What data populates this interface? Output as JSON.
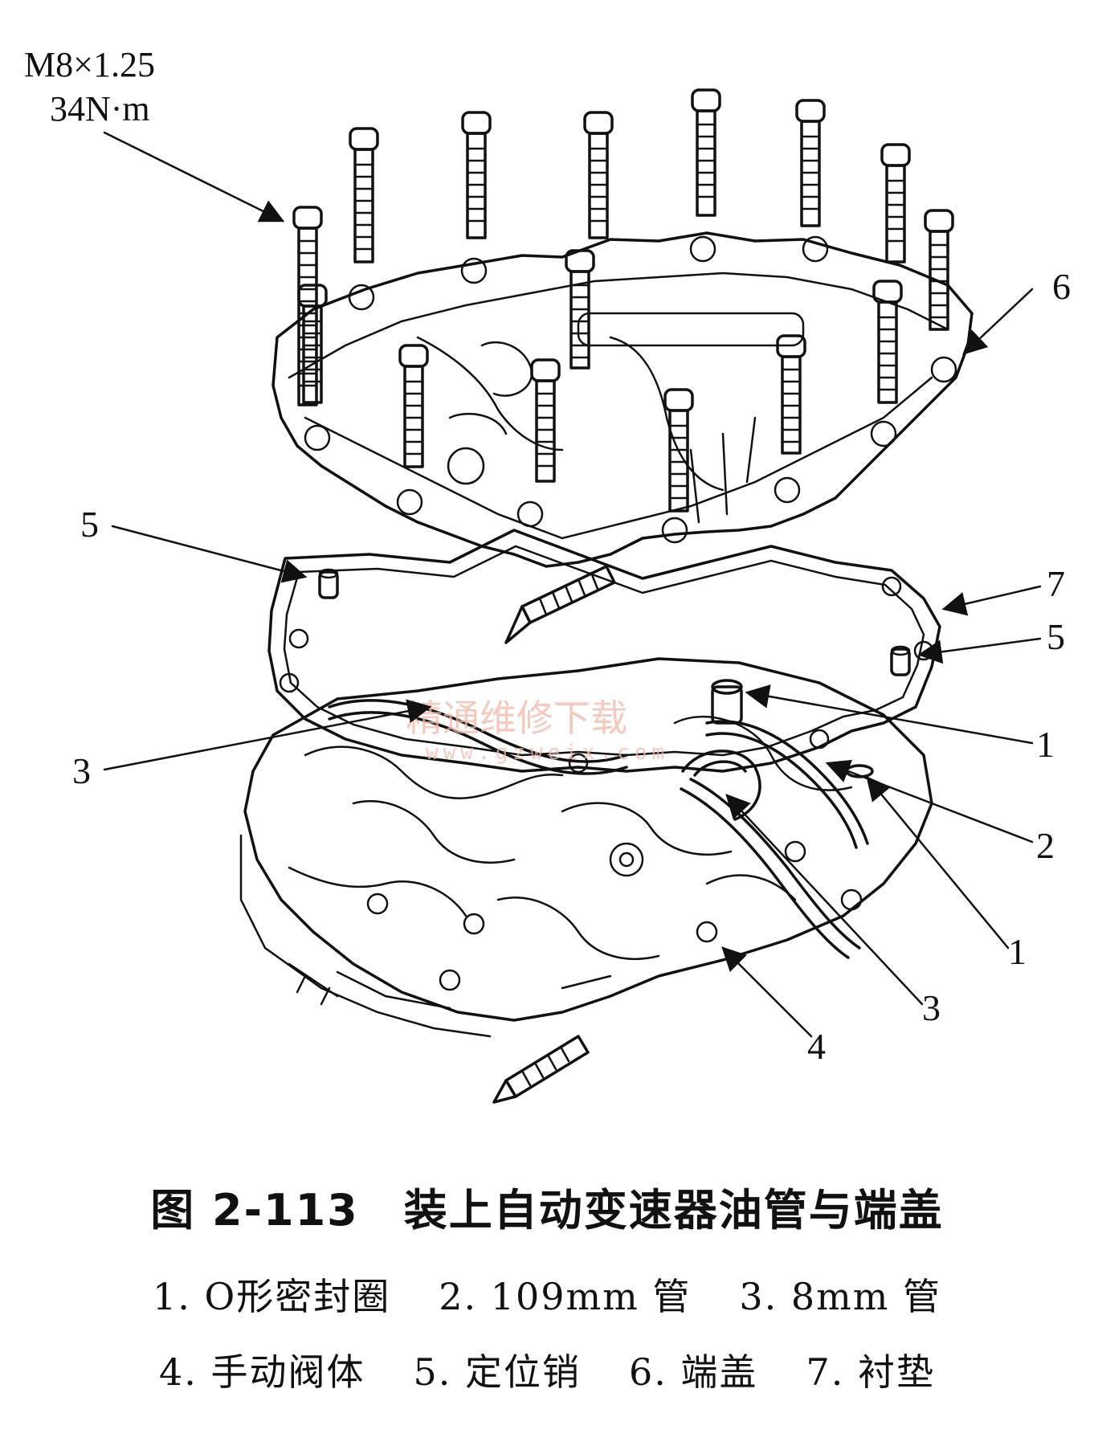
{
  "spec": {
    "thread": "M8×1.25",
    "torque": "34N·m"
  },
  "callouts": [
    "6",
    "5",
    "7",
    "5",
    "1",
    "3",
    "2",
    "1",
    "3",
    "4"
  ],
  "watermark": {
    "text": "精通维修下载",
    "url": "www.gzweix.com"
  },
  "caption": {
    "title": "图 2-113　装上自动变速器油管与端盖",
    "legend": [
      [
        "1. O形密封圈",
        "2. 109mm 管",
        "3. 8mm 管"
      ],
      [
        "4. 手动阀体",
        "5. 定位销",
        "6. 端盖",
        "7. 衬垫"
      ]
    ]
  },
  "colors": {
    "ink": "#111111",
    "watermark": "#f3b8a8",
    "background": "#ffffff"
  }
}
